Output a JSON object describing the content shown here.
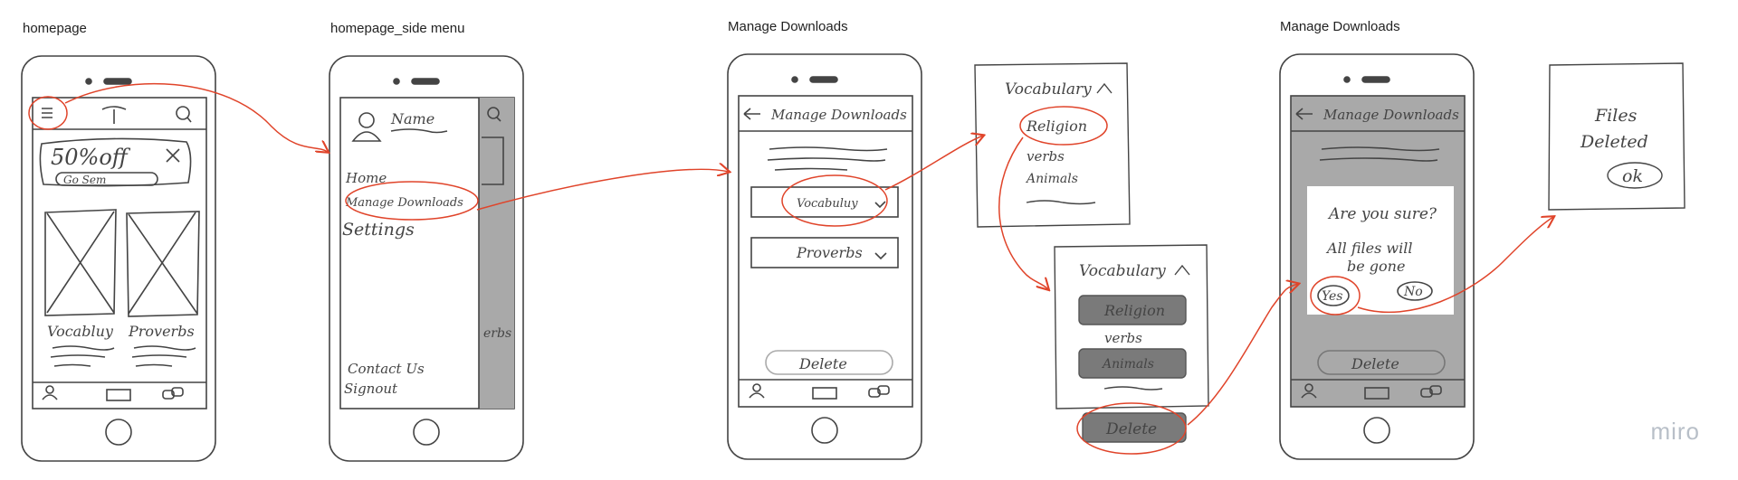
{
  "labels": {
    "frame1": "homepage",
    "frame2": "homepage_side menu",
    "frame3": "Manage Downloads",
    "frame4": "Manage Downloads"
  },
  "homepage": {
    "banner_title": "50%off",
    "banner_button": "Go Sem",
    "card1": "Vocabluy",
    "card2": "Proverbs"
  },
  "side_menu": {
    "profile_name": "Name",
    "items": [
      "Home",
      "Manage Downloads",
      "Settings"
    ],
    "footer_items": [
      "Contact Us",
      "Signout"
    ],
    "peek_text": "erbs"
  },
  "manage_downloads": {
    "title": "Manage Downloads",
    "section1": "Vocabuluy",
    "section2": "Proverbs",
    "delete": "Delete"
  },
  "dropdown1": {
    "title": "Vocabulary",
    "items": [
      "Religion",
      "verbs",
      "Animals"
    ]
  },
  "dropdown2": {
    "title": "Vocabulary",
    "items": [
      "Religion",
      "verbs",
      "Animals"
    ],
    "delete": "Delete"
  },
  "confirm": {
    "title": "Manage Downloads",
    "question": "Are you sure?",
    "line1": "All files will",
    "line2": "be gone",
    "yes": "Yes",
    "no": "No",
    "delete": "Delete"
  },
  "result": {
    "line1": "Files",
    "line2": "Deleted",
    "ok": "ok"
  },
  "brand": "miro",
  "colors": {
    "sketch": "#444444",
    "arrow": "#e0442a",
    "overlay": "#a9a9a9",
    "fill_dark": "#7a7a7a"
  }
}
